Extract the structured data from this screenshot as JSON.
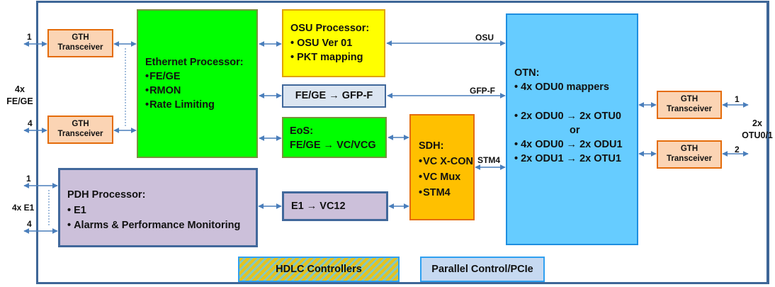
{
  "left_io": {
    "fe_ge_label_line1": "4x",
    "fe_ge_label_line2": "FE/GE",
    "fe_ge_port_first": "1",
    "fe_ge_port_last": "4",
    "e1_label": "4x E1",
    "e1_port_first": "1",
    "e1_port_last": "4"
  },
  "right_io": {
    "otu_label_line1": "2x",
    "otu_label_line2": "OTU0/1",
    "otu_port_first": "1",
    "otu_port_second": "2"
  },
  "gth": {
    "line1": "GTH",
    "line2": "Transceiver"
  },
  "ethernet_processor": {
    "title": "Ethernet Processor:",
    "items": [
      "FE/GE",
      "RMON",
      "Rate Limiting"
    ]
  },
  "osu_processor": {
    "title": "OSU Processor:",
    "items": [
      "OSU Ver 01",
      "PKT mapping"
    ]
  },
  "gfp_mapper": {
    "label": "FE/GE → GFP-F"
  },
  "eos": {
    "title": "EoS:",
    "line2": "FE/GE → VC/VCG"
  },
  "sdh": {
    "title": "SDH:",
    "items": [
      "VC X-CON",
      "VC Mux",
      "STM4"
    ]
  },
  "otn": {
    "title": "OTN:",
    "item1": "4x ODU0 mappers",
    "item2": "2x ODU0 → 2x OTU0",
    "or_label": "or",
    "item3": "4x ODU0 → 2x ODU1",
    "item4": "2x ODU1 → 2x OTU1"
  },
  "pdh_processor": {
    "title": "PDH Processor:",
    "items": [
      "E1",
      "Alarms & Performance Monitoring"
    ]
  },
  "e1_vc12": {
    "label": "E1 → VC12"
  },
  "hdlc": {
    "label": "HDLC Controllers"
  },
  "pcie": {
    "label": "Parallel Control/PCIe"
  },
  "links": {
    "osu": "OSU",
    "gfp": "GFP-F",
    "stm4": "STM4"
  },
  "colors": {
    "frame": "#3e6697",
    "arrow": "#4a7ebb",
    "gth_fill": "#fbd4b4",
    "gth_border": "#e46c0a",
    "ethernet": "#00ff00",
    "osu": "#ffff00",
    "sdh": "#ffc000",
    "otn": "#66ccff",
    "pdh": "#ccc0da",
    "pcie": "#c6d9f1"
  }
}
